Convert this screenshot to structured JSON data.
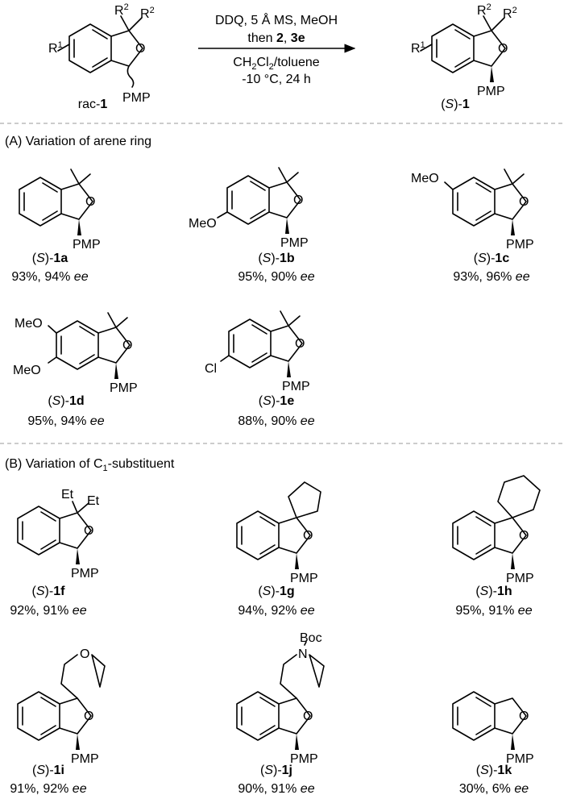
{
  "scheme": {
    "reaction": {
      "start_label_prefix": "rac-",
      "start_label_num": "1",
      "product_label_prefix": "(",
      "product_label_S": "S",
      "product_label_suffix": ")-",
      "product_label_num": "1",
      "cond_line1": "DDQ, 5 Å MS, MeOH",
      "cond_then": "then ",
      "cond_2": "2",
      "cond_comma": ", ",
      "cond_3e": "3e",
      "cond_solv_a": "CH",
      "cond_solv_sub1": "2",
      "cond_solv_b": "Cl",
      "cond_solv_sub2": "2",
      "cond_solv_c": "/toluene",
      "cond_line4": "-10 °C, 24 h",
      "r1": "R",
      "r1_sup": "1",
      "r2": "R",
      "r2_sup": "2",
      "o": "O",
      "pmp": "PMP"
    },
    "section_a": "(A) Variation of arene ring",
    "section_b_a": "(B) Variation of C",
    "section_b_sub": "1",
    "section_b_b": "-substituent",
    "labels": {
      "o": "O",
      "pmp": "PMP",
      "meo": "MeO",
      "cl": "Cl",
      "et": "Et",
      "n": "N",
      "boc": "Boc"
    },
    "compounds": [
      {
        "id": "1a",
        "yield": "93%, 94% ",
        "ee": "ee"
      },
      {
        "id": "1b",
        "yield": "95%, 90% ",
        "ee": "ee"
      },
      {
        "id": "1c",
        "yield": "93%, 96% ",
        "ee": "ee"
      },
      {
        "id": "1d",
        "yield": "95%, 94% ",
        "ee": "ee"
      },
      {
        "id": "1e",
        "yield": "88%, 90% ",
        "ee": "ee"
      },
      {
        "id": "1f",
        "yield": "92%, 91% ",
        "ee": "ee"
      },
      {
        "id": "1g",
        "yield": "94%, 92% ",
        "ee": "ee"
      },
      {
        "id": "1h",
        "yield": "95%, 91% ",
        "ee": "ee"
      },
      {
        "id": "1i",
        "yield": "91%, 92% ",
        "ee": "ee"
      },
      {
        "id": "1j",
        "yield": "90%, 91% ",
        "ee": "ee"
      },
      {
        "id": "1k",
        "yield": "30%, 6% ",
        "ee": "ee"
      }
    ],
    "caption_prefix": "(",
    "caption_S": "S",
    "caption_suffix": ")-"
  }
}
